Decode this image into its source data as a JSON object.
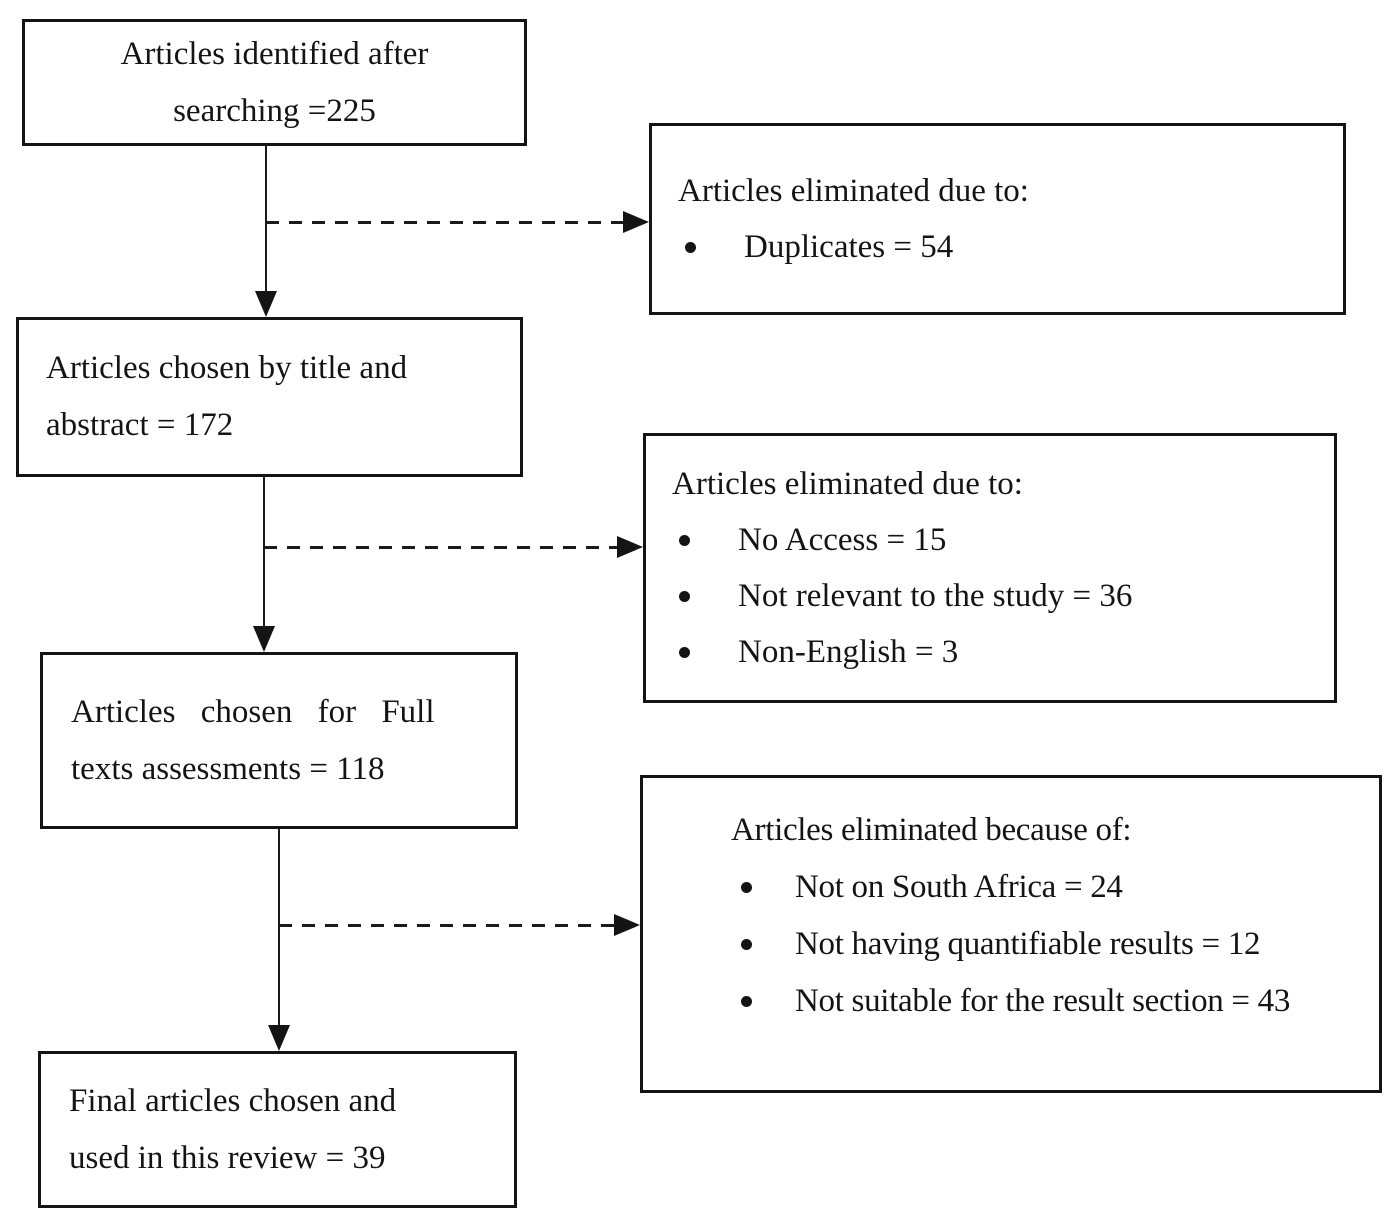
{
  "figure": {
    "type": "article-screening-flow-diagram",
    "colors": {
      "background": "#ffffff",
      "line": "#141414",
      "text": "#141414"
    },
    "process_boxes": [
      {
        "lines": [
          "Articles identified after",
          "searching =225"
        ]
      },
      {
        "lines": [
          "Articles chosen by title and",
          "abstract = 172"
        ]
      },
      {
        "lines": [
          "Articles chosen for Full",
          "texts assessments = 118"
        ]
      },
      {
        "lines": [
          "Final articles chosen and",
          "used in this review = 39"
        ]
      }
    ],
    "exclusion_boxes": [
      {
        "header": "Articles eliminated due to:",
        "bullets": [
          "Duplicates = 54"
        ]
      },
      {
        "header": "Articles eliminated due to:",
        "bullets": [
          "No Access = 15",
          "Not relevant to the study = 36",
          "Non-English = 3"
        ]
      },
      {
        "header": "Articles eliminated because of:",
        "bullets": [
          "Not on South Africa = 24",
          "Not having quantifiable results = 12",
          "Not suitable for the result section = 43"
        ]
      }
    ]
  }
}
